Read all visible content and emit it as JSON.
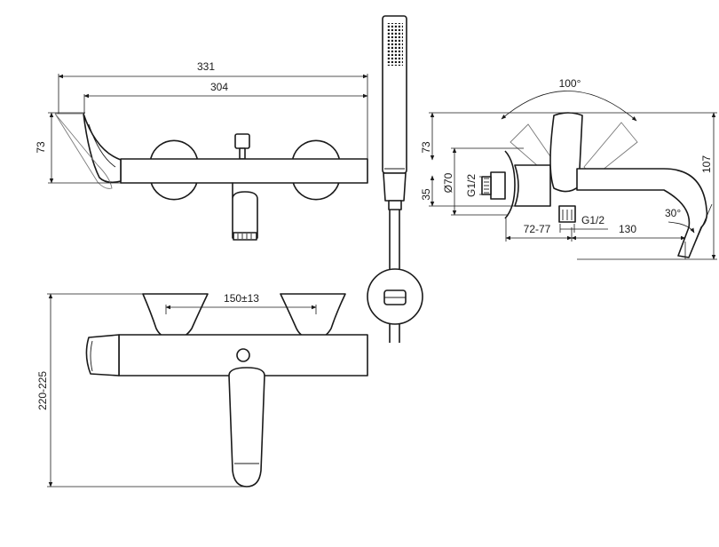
{
  "dimensions": {
    "overall_length": "331",
    "body_length": "304",
    "lever_height": "73",
    "centres": "150±13",
    "projection": "220-225",
    "side_angle": "100°",
    "side_height_73": "73",
    "side_height_35": "35",
    "rosette_diameter": "Ø70",
    "inlet_thread": "G1/2",
    "outlet_thread": "G1/2",
    "height_107": "107",
    "depth_range": "72-77",
    "spout_reach": "130",
    "spout_angle": "30°"
  },
  "colors": {
    "line": "#1a1a1a",
    "ghost": "#7a7a7a",
    "background": "#ffffff"
  }
}
